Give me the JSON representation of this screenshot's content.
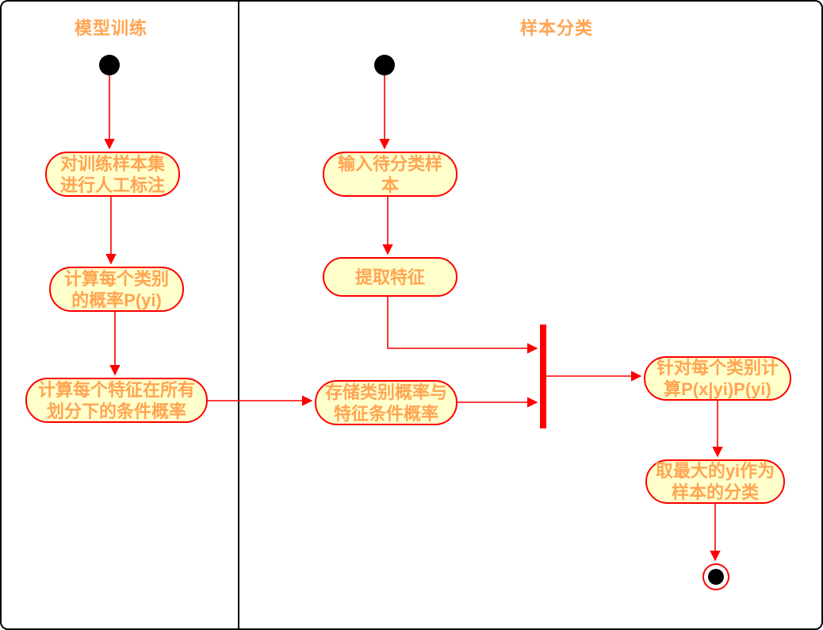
{
  "diagram": {
    "lanes": [
      {
        "title": "模型训练"
      },
      {
        "title": "样本分类"
      }
    ],
    "nodes": {
      "annotate": "对训练样本集\n进行人工标注",
      "calc_class_prob": "计算每个类别\n的概率P(yi)",
      "calc_cond_prob": "计算每个特征在所有\n划分下的条件概率",
      "store_prob": "存储类别概率与\n特征条件概率",
      "input_sample": "输入待分类样\n本",
      "extract_features": "提取特征",
      "calc_posterior": "针对每个类别计\n算P(x|yi)P(yi)",
      "pick_max": "取最大的yi作为\n样本的分类"
    },
    "colors": {
      "node_fill": "#FFFFCC",
      "node_border": "#FF0000",
      "text": "#FFA552",
      "arrow": "#FF0000",
      "lane_border": "#000000"
    }
  }
}
